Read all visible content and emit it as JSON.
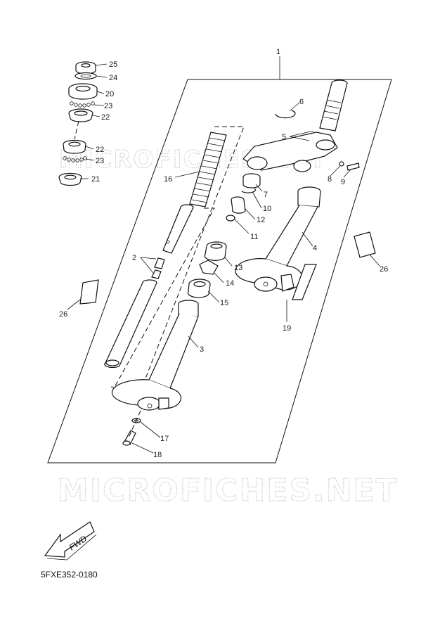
{
  "watermark": "MICROFICHES.NET",
  "watermark_small": "MICROFICHES.NET",
  "fwd_label": "FWD",
  "diagram_code": "5FXE352-0180",
  "callouts": [
    "1",
    "2",
    "3",
    "4",
    "5",
    "6",
    "7",
    "8",
    "9",
    "10",
    "11",
    "12",
    "13",
    "14",
    "15",
    "16",
    "17",
    "18",
    "19",
    "20",
    "21",
    "22",
    "22",
    "23",
    "23",
    "24",
    "25",
    "26",
    "26"
  ]
}
